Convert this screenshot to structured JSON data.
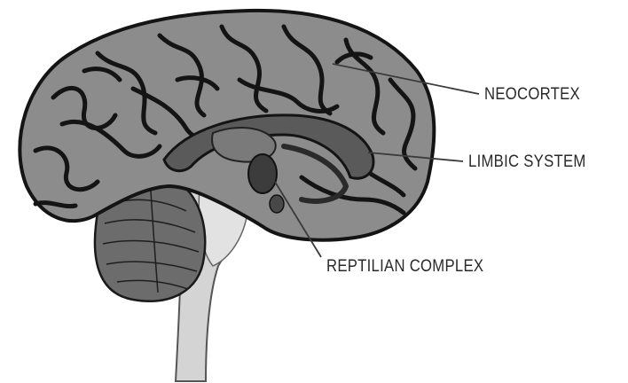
{
  "labels": {
    "neocortex": "NEOCORTEX",
    "limbic": "LIMBIC SYSTEM",
    "reptilian": "REPTILIAN COMPLEX"
  },
  "colors": {
    "sulci": "#141414",
    "gyri": "#8c8c8c",
    "cerebellum": "#6c6c6c",
    "brainstem": "#d4d4d4",
    "limbic": "#5a5a5a",
    "reptilian": "#3c3c3c",
    "leader": "#3a3a3a"
  }
}
